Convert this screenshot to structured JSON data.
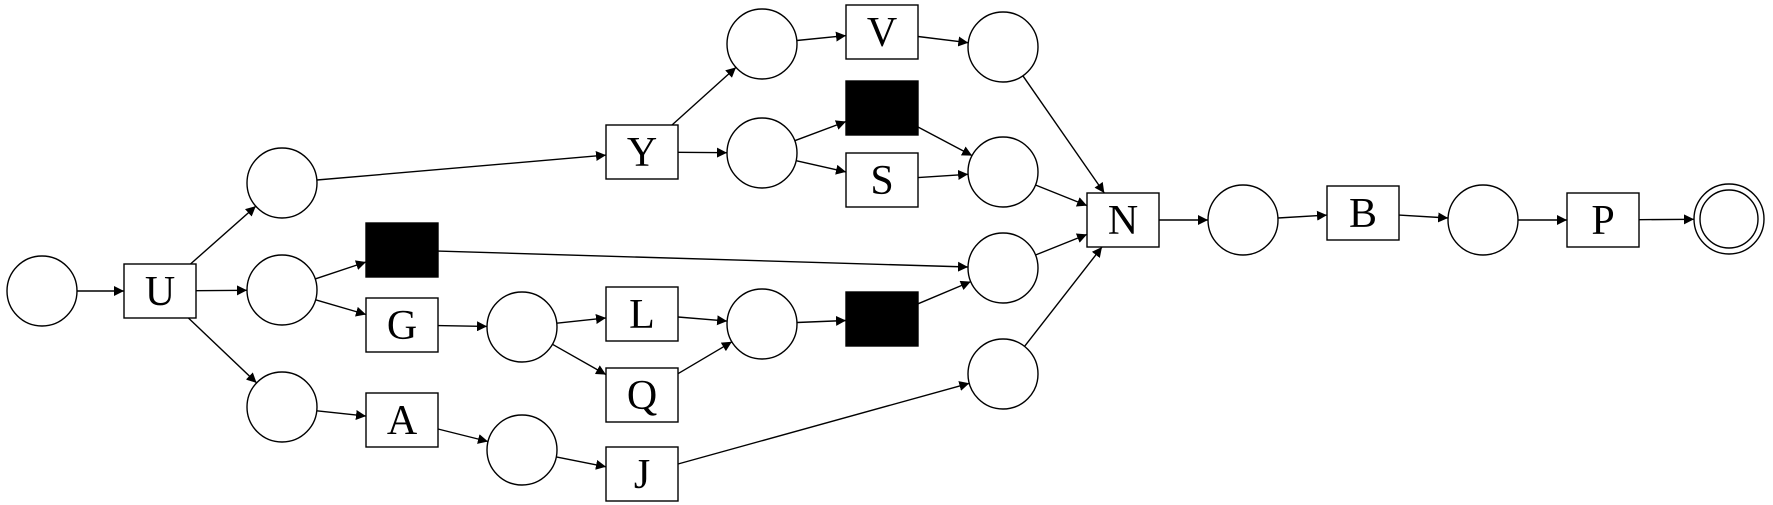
{
  "petri_net": {
    "transitions": [
      {
        "id": "U",
        "label": "U",
        "silent": false
      },
      {
        "id": "Y",
        "label": "Y",
        "silent": false
      },
      {
        "id": "V",
        "label": "V",
        "silent": false
      },
      {
        "id": "tau1",
        "label": "",
        "silent": true
      },
      {
        "id": "S",
        "label": "S",
        "silent": false
      },
      {
        "id": "tau2",
        "label": "",
        "silent": true
      },
      {
        "id": "G",
        "label": "G",
        "silent": false
      },
      {
        "id": "L",
        "label": "L",
        "silent": false
      },
      {
        "id": "Q",
        "label": "Q",
        "silent": false
      },
      {
        "id": "tau3",
        "label": "",
        "silent": true
      },
      {
        "id": "A",
        "label": "A",
        "silent": false
      },
      {
        "id": "J",
        "label": "J",
        "silent": false
      },
      {
        "id": "N",
        "label": "N",
        "silent": false
      },
      {
        "id": "B",
        "label": "B",
        "silent": false
      },
      {
        "id": "P",
        "label": "P",
        "silent": false
      }
    ],
    "places": [
      {
        "id": "source",
        "final": false
      },
      {
        "id": "p_top",
        "final": false
      },
      {
        "id": "p_mid",
        "final": false
      },
      {
        "id": "p_bot",
        "final": false
      },
      {
        "id": "p_y",
        "final": false
      },
      {
        "id": "p_v1",
        "final": false
      },
      {
        "id": "p_v2",
        "final": false
      },
      {
        "id": "p_s",
        "final": false
      },
      {
        "id": "p_g",
        "final": false
      },
      {
        "id": "p_lq",
        "final": false
      },
      {
        "id": "p_tau2",
        "final": false
      },
      {
        "id": "p_a",
        "final": false
      },
      {
        "id": "p_j",
        "final": false
      },
      {
        "id": "p_n",
        "final": false
      },
      {
        "id": "p_b",
        "final": false
      },
      {
        "id": "sink",
        "final": true
      }
    ],
    "arcs": [
      [
        "source",
        "U"
      ],
      [
        "U",
        "p_top"
      ],
      [
        "U",
        "p_mid"
      ],
      [
        "U",
        "p_bot"
      ],
      [
        "p_top",
        "Y"
      ],
      [
        "Y",
        "p_v1"
      ],
      [
        "Y",
        "p_y"
      ],
      [
        "p_v1",
        "V"
      ],
      [
        "V",
        "p_v2"
      ],
      [
        "p_v2",
        "N"
      ],
      [
        "p_y",
        "tau1"
      ],
      [
        "p_y",
        "S"
      ],
      [
        "tau1",
        "p_s"
      ],
      [
        "S",
        "p_s"
      ],
      [
        "p_s",
        "N"
      ],
      [
        "p_mid",
        "tau2"
      ],
      [
        "p_mid",
        "G"
      ],
      [
        "tau2",
        "p_tau2"
      ],
      [
        "tau3",
        "p_tau2"
      ],
      [
        "p_tau2",
        "N"
      ],
      [
        "G",
        "p_g"
      ],
      [
        "p_g",
        "L"
      ],
      [
        "p_g",
        "Q"
      ],
      [
        "L",
        "p_lq"
      ],
      [
        "Q",
        "p_lq"
      ],
      [
        "p_lq",
        "tau3"
      ],
      [
        "p_bot",
        "A"
      ],
      [
        "A",
        "p_a"
      ],
      [
        "p_a",
        "J"
      ],
      [
        "J",
        "p_j"
      ],
      [
        "p_j",
        "N"
      ],
      [
        "N",
        "p_n"
      ],
      [
        "p_n",
        "B"
      ],
      [
        "B",
        "p_b"
      ],
      [
        "p_b",
        "P"
      ],
      [
        "P",
        "sink"
      ]
    ]
  }
}
